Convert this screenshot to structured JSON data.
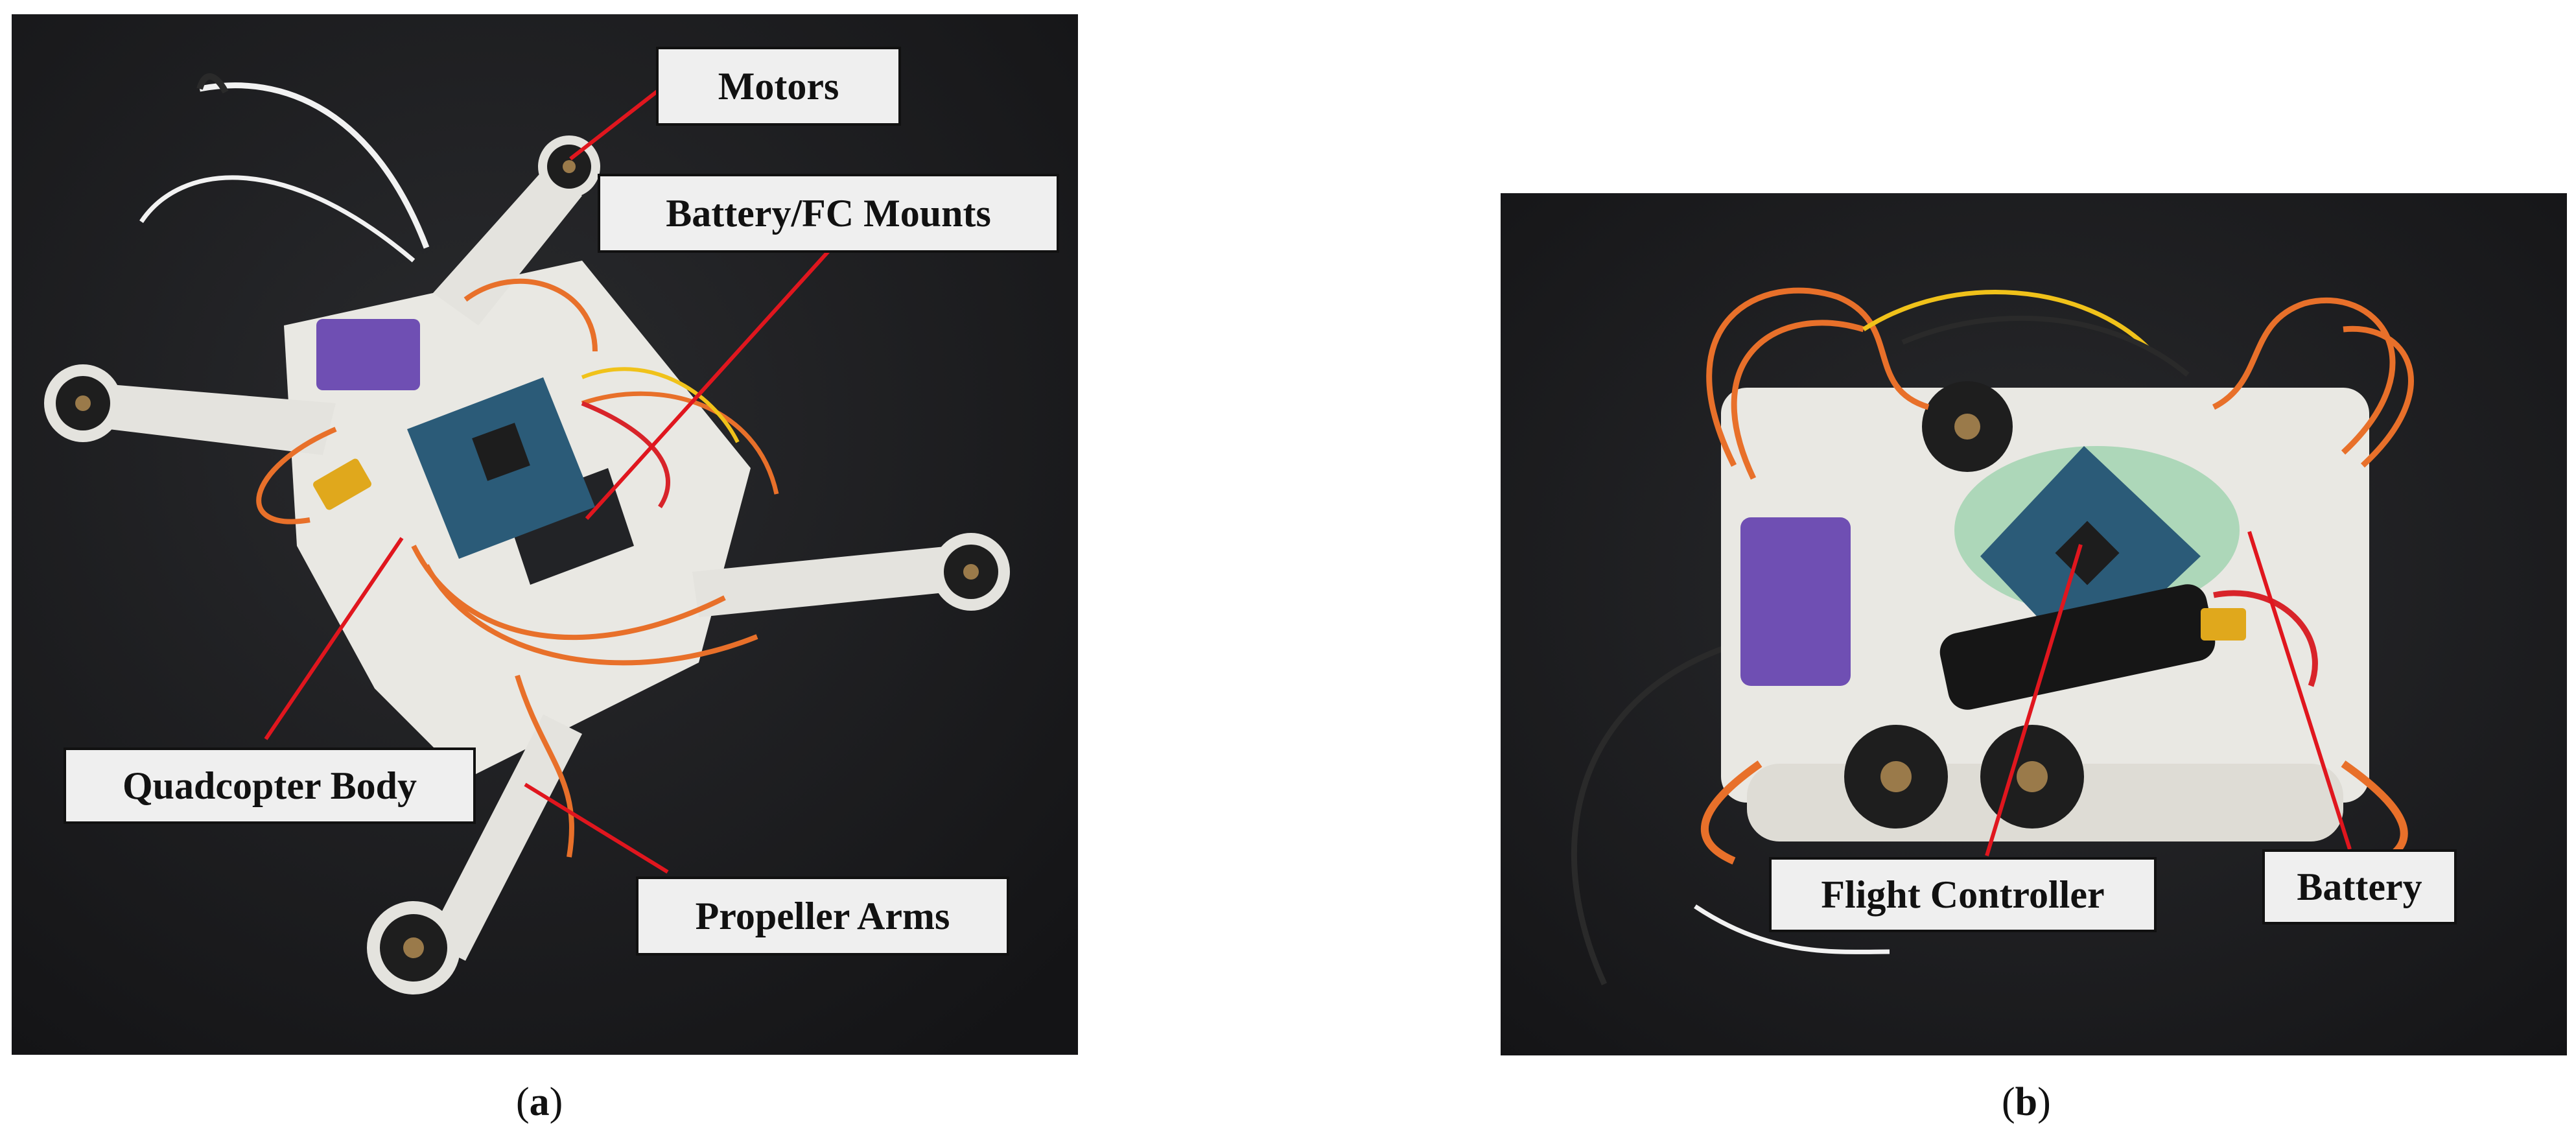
{
  "panels": [
    {
      "id": "a",
      "label_open": "(",
      "label_letter": "a",
      "label_close": ")",
      "callouts": {
        "motors": "Motors",
        "mounts": "Battery/FC Mounts",
        "body": "Quadcopter Body",
        "arms": "Propeller Arms"
      }
    },
    {
      "id": "b",
      "label_open": "(",
      "label_letter": "b",
      "label_close": ")",
      "callouts": {
        "fc": "Flight Controller",
        "battery": "Battery"
      }
    }
  ],
  "colors": {
    "leader_line": "#e0161e",
    "callout_fill": "#efefef",
    "callout_border": "#111111",
    "tabletop": "#1b1c1e",
    "printed_part": "#ecebe6",
    "wire": "#e8702a",
    "fc_board": "#2b5b78",
    "servo": "#6f4fb3"
  }
}
